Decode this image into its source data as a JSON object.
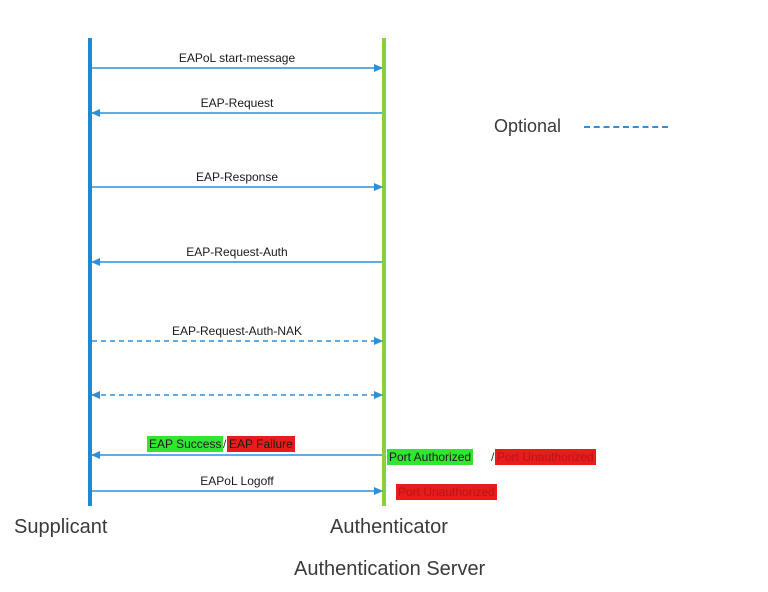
{
  "entities": {
    "supplicant": "Supplicant",
    "authenticator": "Authenticator",
    "server": "Authentication Server"
  },
  "legend": {
    "label": "Optional",
    "style": "dashed"
  },
  "colors": {
    "supplicant_line": "#1a8ad4",
    "authenticator_line": "#8ccf3e",
    "arrow": "#2e8fd8",
    "success": "#33e533",
    "failure": "#e81c1c"
  },
  "messages": [
    {
      "label": "EAPoL start-message",
      "dir": "right",
      "dashed": false
    },
    {
      "label": "EAP-Request",
      "dir": "left",
      "dashed": false
    },
    {
      "label": "EAP-Response",
      "dir": "right",
      "dashed": false
    },
    {
      "label": "EAP-Request-Auth",
      "dir": "left",
      "dashed": false
    },
    {
      "label": "EAP-Request-Auth-NAK",
      "dir": "right",
      "dashed": true
    },
    {
      "label": "",
      "dir": "both",
      "dashed": true
    },
    {
      "label": "",
      "dir": "left",
      "dashed": false
    },
    {
      "label": "EAPoL Logoff",
      "dir": "right",
      "dashed": false
    }
  ],
  "result": {
    "success": "EAP Success",
    "separator": "/",
    "failure": "EAP Failure"
  },
  "port": {
    "authorized": "Port Authorized",
    "separator": "/",
    "unauthorized": "Port Unauthorized",
    "logoff_state": "Port Unauthorized"
  }
}
